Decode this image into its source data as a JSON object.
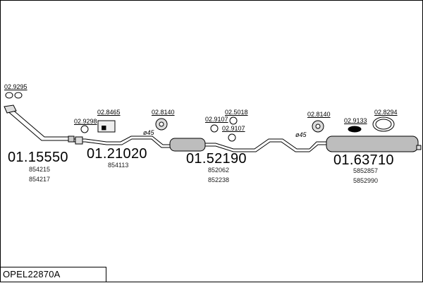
{
  "title": "OPEL22870A",
  "parts": [
    {
      "number": "01.15550",
      "refs": [
        "854215",
        "854217"
      ]
    },
    {
      "number": "01.21020",
      "refs": [
        "854113"
      ]
    },
    {
      "number": "01.52190",
      "refs": [
        "852062",
        "852238"
      ]
    },
    {
      "number": "01.63710",
      "refs": [
        "5852857",
        "5852990"
      ]
    }
  ],
  "accessories": [
    "02.9295",
    "02.9298",
    "02.8465",
    "02.8140",
    "02.9107",
    "02.5018",
    "02.9107",
    "02.8140",
    "02.9133",
    "02.8294"
  ],
  "angles": [
    "ø45",
    "ø45"
  ],
  "colors": {
    "line": "#000000",
    "fill_gray": "#bdbdbd",
    "background": "#ffffff"
  }
}
